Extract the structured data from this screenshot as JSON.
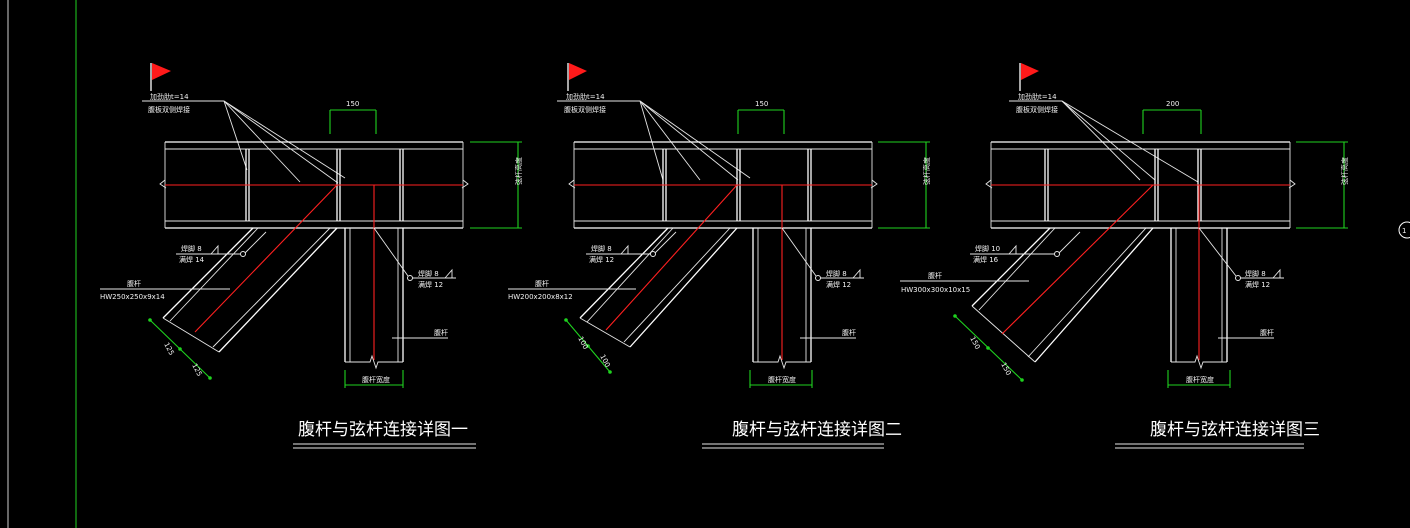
{
  "viewport": {
    "background": "#000000",
    "colors": {
      "member_lines": "#ffffff",
      "center_lines": "#ff2020",
      "dimension_lines": "#1fd21f",
      "flag": "#ff1a1a"
    },
    "marker_label": "1"
  },
  "details": [
    {
      "title": "腹杆与弦杆连接详图一",
      "top_dim": "150",
      "diag_dims": [
        "125",
        "125"
      ],
      "weld_note_1": "加劲肋t=14",
      "weld_note_2": "腹板双侧焊接",
      "chord_depth_label": "弦杆高度",
      "weld_a1": "焊脚 8",
      "weld_a2": "满焊 14",
      "weld_b1": "焊脚 8",
      "weld_b2": "满焊 12",
      "diag_label": "腹杆",
      "diag_section": "HW250x250x9x14",
      "vert_label": "腹杆",
      "vert_width_label": "腹杆宽度"
    },
    {
      "title": "腹杆与弦杆连接详图二",
      "top_dim": "150",
      "diag_dims": [
        "100",
        "100"
      ],
      "weld_note_1": "加劲肋t=14",
      "weld_note_2": "腹板双侧焊接",
      "chord_depth_label": "弦杆高度",
      "weld_a1": "焊脚 8",
      "weld_a2": "满焊 12",
      "weld_b1": "焊脚 8",
      "weld_b2": "满焊 12",
      "diag_label": "腹杆",
      "diag_section": "HW200x200x8x12",
      "vert_label": "腹杆",
      "vert_width_label": "腹杆宽度"
    },
    {
      "title": "腹杆与弦杆连接详图三",
      "top_dim": "200",
      "diag_dims": [
        "150",
        "150"
      ],
      "weld_note_1": "加劲肋t=14",
      "weld_note_2": "腹板双侧焊接",
      "chord_depth_label": "弦杆高度",
      "weld_a1": "焊脚 10",
      "weld_a2": "满焊 16",
      "weld_b1": "焊脚 8",
      "weld_b2": "满焊 12",
      "diag_label": "腹杆",
      "diag_section": "HW300x300x10x15",
      "vert_label": "腹杆",
      "vert_width_label": "腹杆宽度"
    }
  ]
}
